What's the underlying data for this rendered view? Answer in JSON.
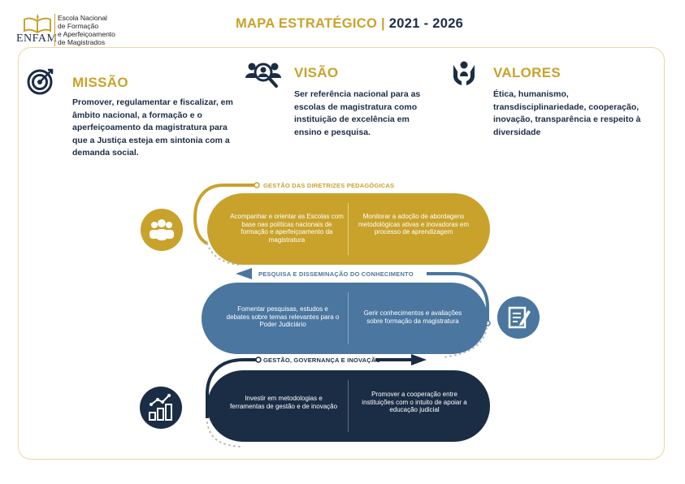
{
  "header": {
    "logo_word": "ENFAM",
    "logo_lines": [
      "Escola Nacional",
      "de Formação",
      "e Aperfeiçoamento",
      "de Magistrados"
    ],
    "title_main": "MAPA ESTRATÉGICO",
    "title_sep": "|",
    "title_years": "2021 - 2026"
  },
  "missao": {
    "title": "MISSÃO",
    "text": "Promover, regulamentar e fiscalizar, em âmbito nacional, a formação e o aperfeiçoamento da magistratura para que a Justiça esteja em sintonia com a demanda social.",
    "icon": "target-icon"
  },
  "visao": {
    "title": "VISÃO",
    "text": "Ser referência nacional para as escolas de magistratura como instituição de excelência em ensino e pesquisa.",
    "icon": "people-search-icon"
  },
  "valores": {
    "title": "VALORES",
    "text": "Ética, humanismo, transdisciplinariedade, cooperação, inovação, transparência e respeito à diversidade",
    "icon": "hands-person-icon"
  },
  "bands": [
    {
      "label": "GESTÃO DAS DIRETRIZES PEDAGÓGICAS",
      "color": "#c9a22b",
      "icon": "group-icon",
      "left": "Acompanhar e orientar as Escolas com base nas políticas nacionais de formação e aperfeiçoamento da magistratura",
      "right": "Monitorar a adoção de abordagens metodológicas ativas e inovadoras em processo de aprendizagem"
    },
    {
      "label": "PESQUISA E DISSEMINAÇÃO DO CONHECIMENTO",
      "color": "#4a76a0",
      "icon": "document-pen-icon",
      "left": "Fomentar pesquisas, estudos e debates sobre temas relevantes para o Poder Judiciário",
      "right": "Gerir conhecimentos e avaliações sobre formação da magistratura"
    },
    {
      "label": "GESTÃO, GOVERNANÇA E INOVAÇÃO",
      "color": "#1b2c45",
      "icon": "growth-chart-icon",
      "left": "Investir em metodologias e ferramentas de gestão e de inovação",
      "right": "Promover a cooperação entre instituições com o intuito de apoiar a educação judicial"
    }
  ]
}
